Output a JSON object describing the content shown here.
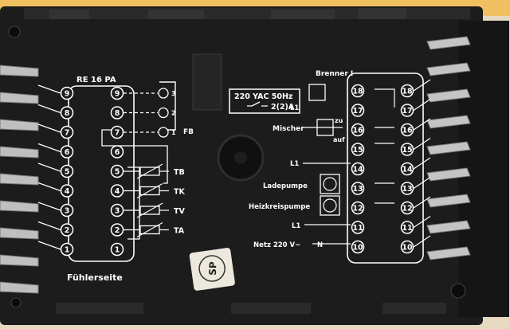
{
  "model": "RE 16 PA",
  "sensor_side_label": "Fühlerseite",
  "supply_label": "220 YAC 50Hz",
  "rating_label": "2(2)A",
  "fb_label": "FB",
  "fb_pins": [
    "3",
    "2",
    "1"
  ],
  "left_terminals": [
    "9",
    "8",
    "7",
    "6",
    "5",
    "4",
    "3",
    "2",
    "1"
  ],
  "inner_left_terminals": [
    "9",
    "8",
    "7",
    "6",
    "5",
    "4",
    "3",
    "2",
    "1"
  ],
  "sensor_labels": [
    "TB",
    "TK",
    "TV",
    "TA"
  ],
  "right_terminals": [
    "18",
    "17",
    "16",
    "15",
    "14",
    "13",
    "12",
    "11",
    "10"
  ],
  "inner_right_terminals": [
    "18",
    "17",
    "16",
    "15",
    "14",
    "13",
    "12",
    "11",
    "10"
  ],
  "brenner_label": "Brenner I",
  "mischer_label": "Mischer",
  "zu_label": "zu",
  "auf_label": "auf",
  "l1_label": "L1",
  "ladepumpe_label": "Ladepumpe",
  "heizkreispumpe_label": "Heizkreispumpe",
  "netz_label": "Netz 220 V~",
  "n_label": "N",
  "sticker_label": "SP"
}
